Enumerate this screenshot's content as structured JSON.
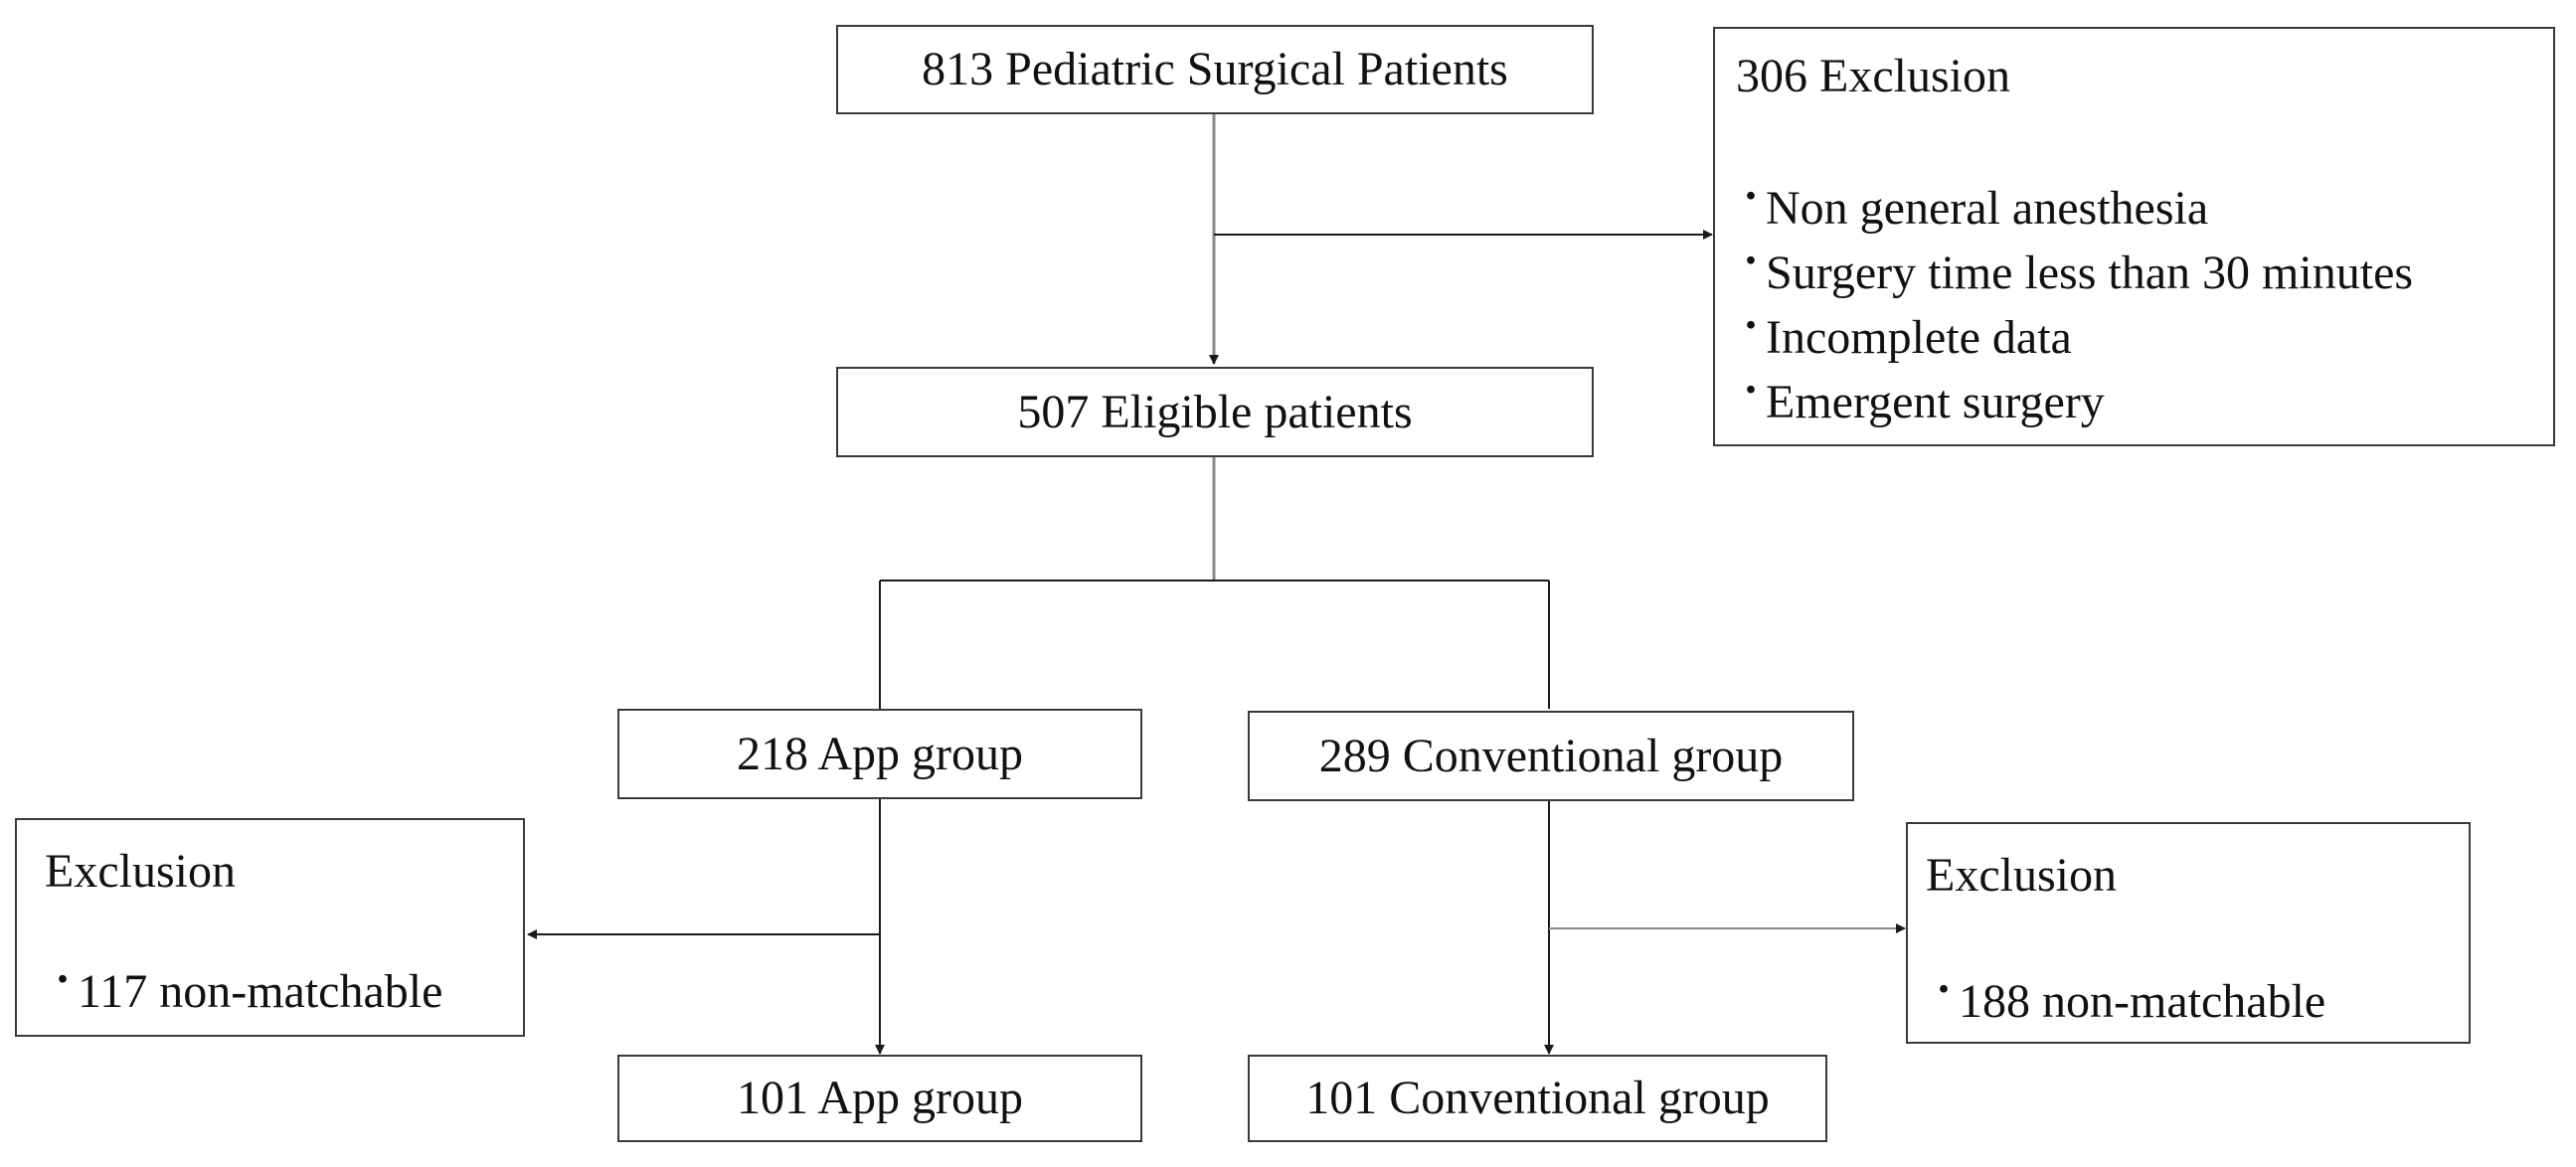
{
  "flow": {
    "start": "813 Pediatric Surgical Patients",
    "eligible": "507 Eligible patients",
    "app_group": "218 App group",
    "conventional_group": "289 Conventional group",
    "app_matched": "101 App group",
    "conventional_matched": "101 Conventional group"
  },
  "exclusion_main": {
    "title": "306 Exclusion",
    "bullet": "・",
    "items": [
      "Non general anesthesia",
      "Surgery time less than 30 minutes",
      "Incomplete data",
      "Emergent surgery"
    ]
  },
  "exclusion_app": {
    "title": "Exclusion",
    "bullet": "・",
    "items": [
      "117 non-matchable"
    ]
  },
  "exclusion_conventional": {
    "title": "Exclusion",
    "bullet": "・",
    "items": [
      "188 non-matchable"
    ]
  },
  "colors": {
    "line": "#8a8a8a",
    "arrow": "#1a1a1a",
    "border": "#3a3a3a"
  }
}
